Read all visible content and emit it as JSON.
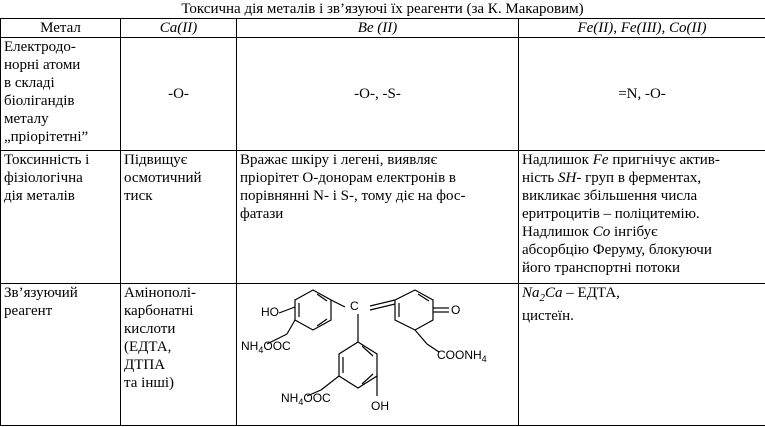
{
  "title": "Токсична дія металів і зв’язуючі їх реагенти (за К. Макаровим)",
  "header": {
    "metal": "Метал",
    "ca": "Ca(II)",
    "be": "Be (II)",
    "fe": "Fe(II), Fe(III),  Co(II)"
  },
  "row_donor": {
    "label": "Електродо-\nнорні атоми\nв складі\nбіолігандів\nметалу\n„пріорітетні”",
    "ca": "-O-",
    "be": "-O-, -S-",
    "fe": "=N, -O-"
  },
  "row_toxicity": {
    "label": "Токсинність і\nфізіологічна\nдія металів",
    "ca": "Підвищує\nосмотичний\nтиск",
    "be": "Вражає шкіру і легені, виявляє\nпріорітет О-донорам електронів в\nпорівнянні N- і  S-, тому діє на фос-\nфатази",
    "fe_p1_a": "Надлишок ",
    "fe_p1_b": "Fe",
    "fe_p1_c": " пригнічує актив-\nність ",
    "fe_p1_d": "SH",
    "fe_p1_e": "- груп в ферментах,\nвикликає збільшення числа\nеритроцитів – поліцитемію.",
    "fe_p2_a": "Надлишок ",
    "fe_p2_b": "Co",
    "fe_p2_c": " інгібує\nабсорбцію Феруму, блокуючи\nйого транспортні потоки"
  },
  "row_reagent": {
    "label": "Зв’язуючий\nреагент",
    "ca": "Амінополі-\nкарбонатні\nкислоти\n(ЕДТА,\nДТПА\nта інші)",
    "fe_a": "Na",
    "fe_sub1": "2",
    "fe_b": "Ca",
    "fe_c": " – ЕДТА,\nцистеїн.",
    "formula": {
      "ho_top": "HO",
      "carbon": "C",
      "oxygen": "O",
      "nh4ooc_left_a": "NH",
      "nh4ooc_left_sub": "4",
      "nh4ooc_left_b": "OOC",
      "coonh4_a": "COONH",
      "coonh4_sub": "4",
      "nh4ooc_bottom_a": "NH",
      "nh4ooc_bottom_sub": "4",
      "nh4ooc_bottom_b": "OOC",
      "oh_bottom": "OH"
    }
  }
}
